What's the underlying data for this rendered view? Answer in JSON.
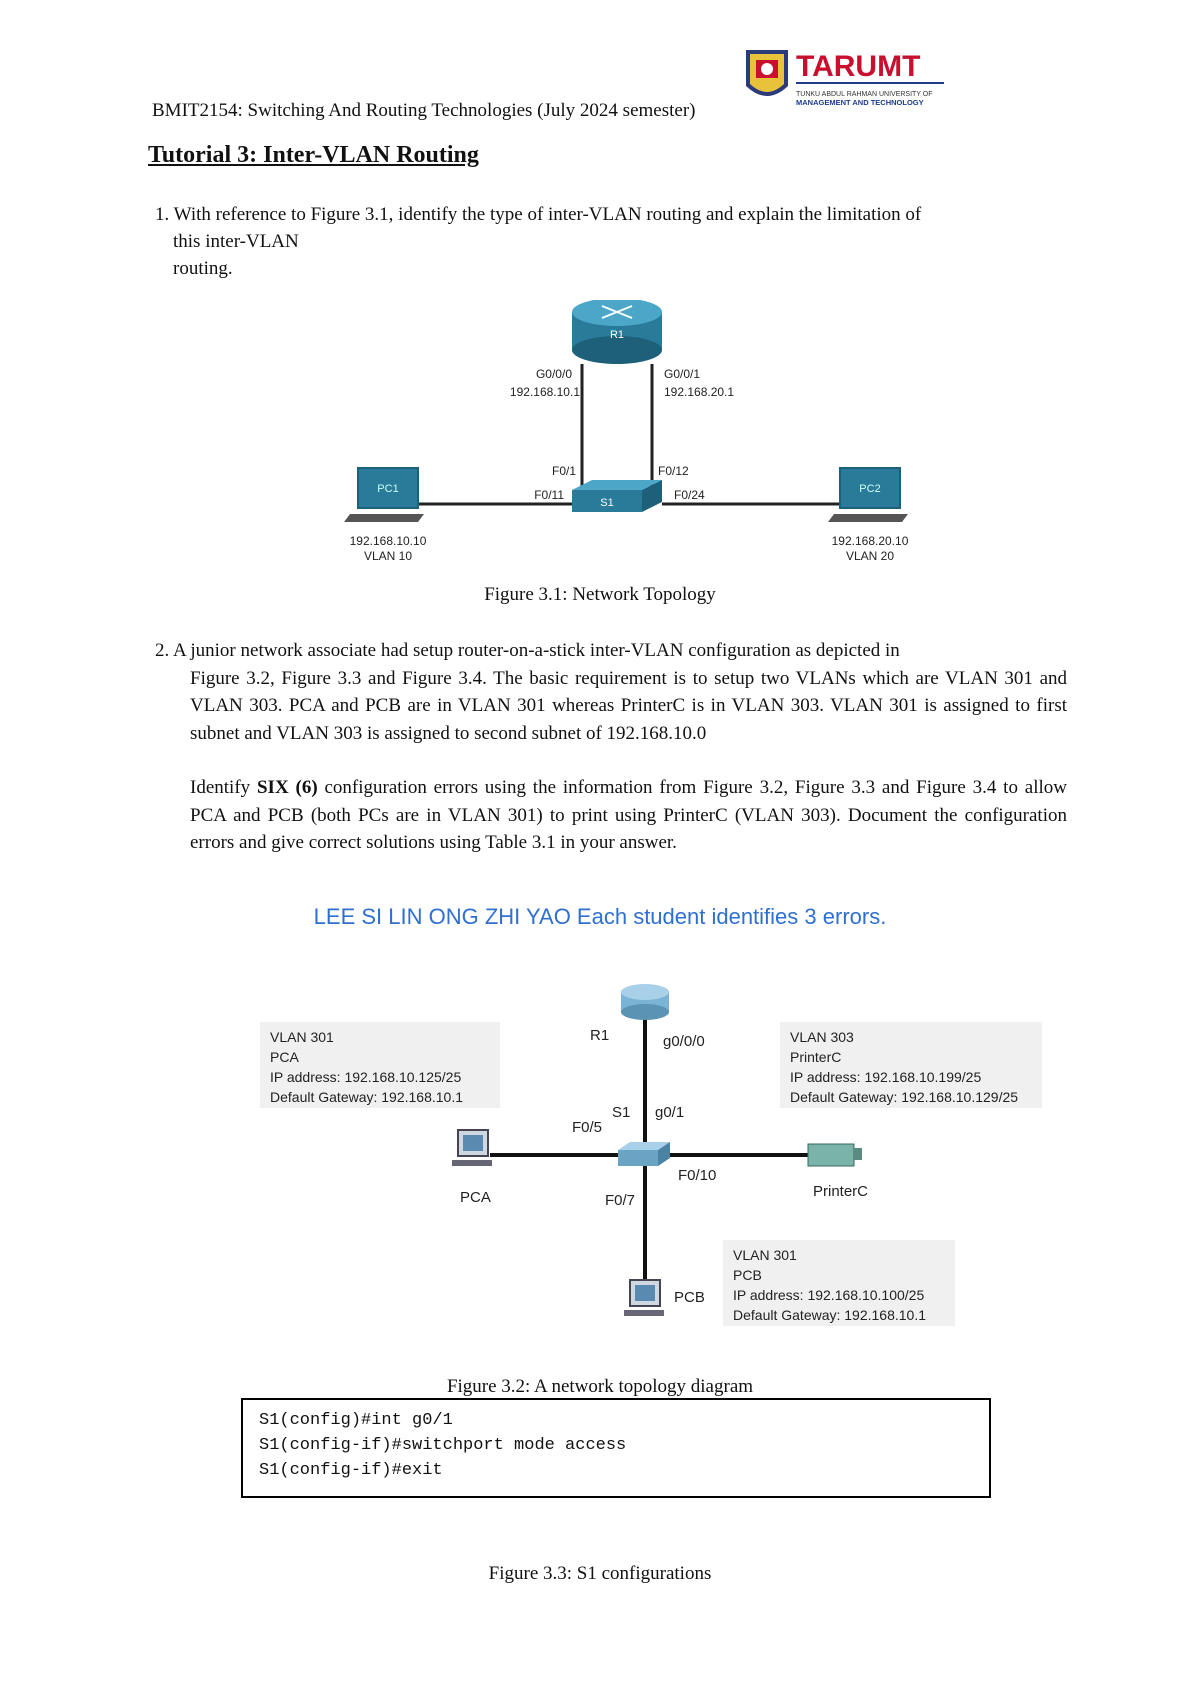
{
  "header": {
    "course": "BMIT2154: Switching And Routing Technologies (July 2024 semester)",
    "logo_text": "TARUMT",
    "logo_subtext": "MANAGEMENT AND TECHNOLOGY",
    "colors": {
      "logo_red": "#c8102e",
      "logo_blue": "#1e3c8c"
    }
  },
  "title": "Tutorial 3: Inter-VLAN Routing",
  "q1": {
    "number": "1.",
    "line1": "With reference to Figure 3.1, identify the type of inter-VLAN routing and explain the limitation of",
    "line2": "this inter-VLAN",
    "line3": "routing."
  },
  "figure31": {
    "caption": "Figure 3.1: Network Topology",
    "router": "R1",
    "switch": "S1",
    "if_g000": "G0/0/0",
    "ip_g000": "192.168.10.1",
    "if_g001": "G0/0/1",
    "ip_g001": "192.168.20.1",
    "f01": "F0/1",
    "f011": "F0/11",
    "f012": "F0/12",
    "f024": "F0/24",
    "pc1": "PC1",
    "pc1_ip": "192.168.10.10",
    "pc1_vlan": "VLAN 10",
    "pc2": "PC2",
    "pc2_ip": "192.168.20.10",
    "pc2_vlan": "VLAN 20"
  },
  "q2": {
    "number": "2.",
    "para1_line1": "A junior network associate had setup router-on-a-stick inter-VLAN configuration as depicted in",
    "para1_rest": "Figure 3.2, Figure 3.3 and Figure 3.4. The basic requirement is to setup two VLANs which are VLAN 301 and VLAN 303. PCA and PCB are in VLAN 301 whereas PrinterC is in VLAN 303. VLAN 301 is assigned to first subnet and VLAN 303 is assigned to second subnet of 192.168.10.0",
    "para2_a": "Identify ",
    "para2_bold": "SIX (6)",
    "para2_b": " configuration errors using the information from Figure 3.2, Figure 3.3 and Figure 3.4 to allow PCA and PCB (both PCs are in VLAN 301) to print using PrinterC (VLAN 303). Document the configuration errors and give correct solutions using Table 3.1 in your answer."
  },
  "students_note": "LEE SI LIN ONG ZHI YAO Each student identifies 3 errors.",
  "figure32": {
    "caption": "Figure 3.2: A network topology diagram",
    "r1": "R1",
    "s1": "S1",
    "g000": "g0/0/0",
    "g01": "g0/1",
    "f05": "F0/5",
    "f010": "F0/10",
    "f07": "F0/7",
    "pca_label": "PCA",
    "printer_label": "PrinterC",
    "pcb_label": "PCB",
    "box_pca": [
      "VLAN 301",
      "PCA",
      "IP address: 192.168.10.125/25",
      "Default Gateway: 192.168.10.1"
    ],
    "box_printer": [
      "VLAN 303",
      "PrinterC",
      "IP address: 192.168.10.199/25",
      "Default Gateway: 192.168.10.129/25"
    ],
    "box_pcb": [
      "VLAN 301",
      "PCB",
      "IP address: 192.168.10.100/25",
      "Default Gateway: 192.168.10.1"
    ]
  },
  "figure33": {
    "code": [
      "S1(config)#int g0/1",
      "S1(config-if)#switchport mode access",
      "S1(config-if)#exit"
    ],
    "caption": "Figure 3.3: S1 configurations"
  }
}
